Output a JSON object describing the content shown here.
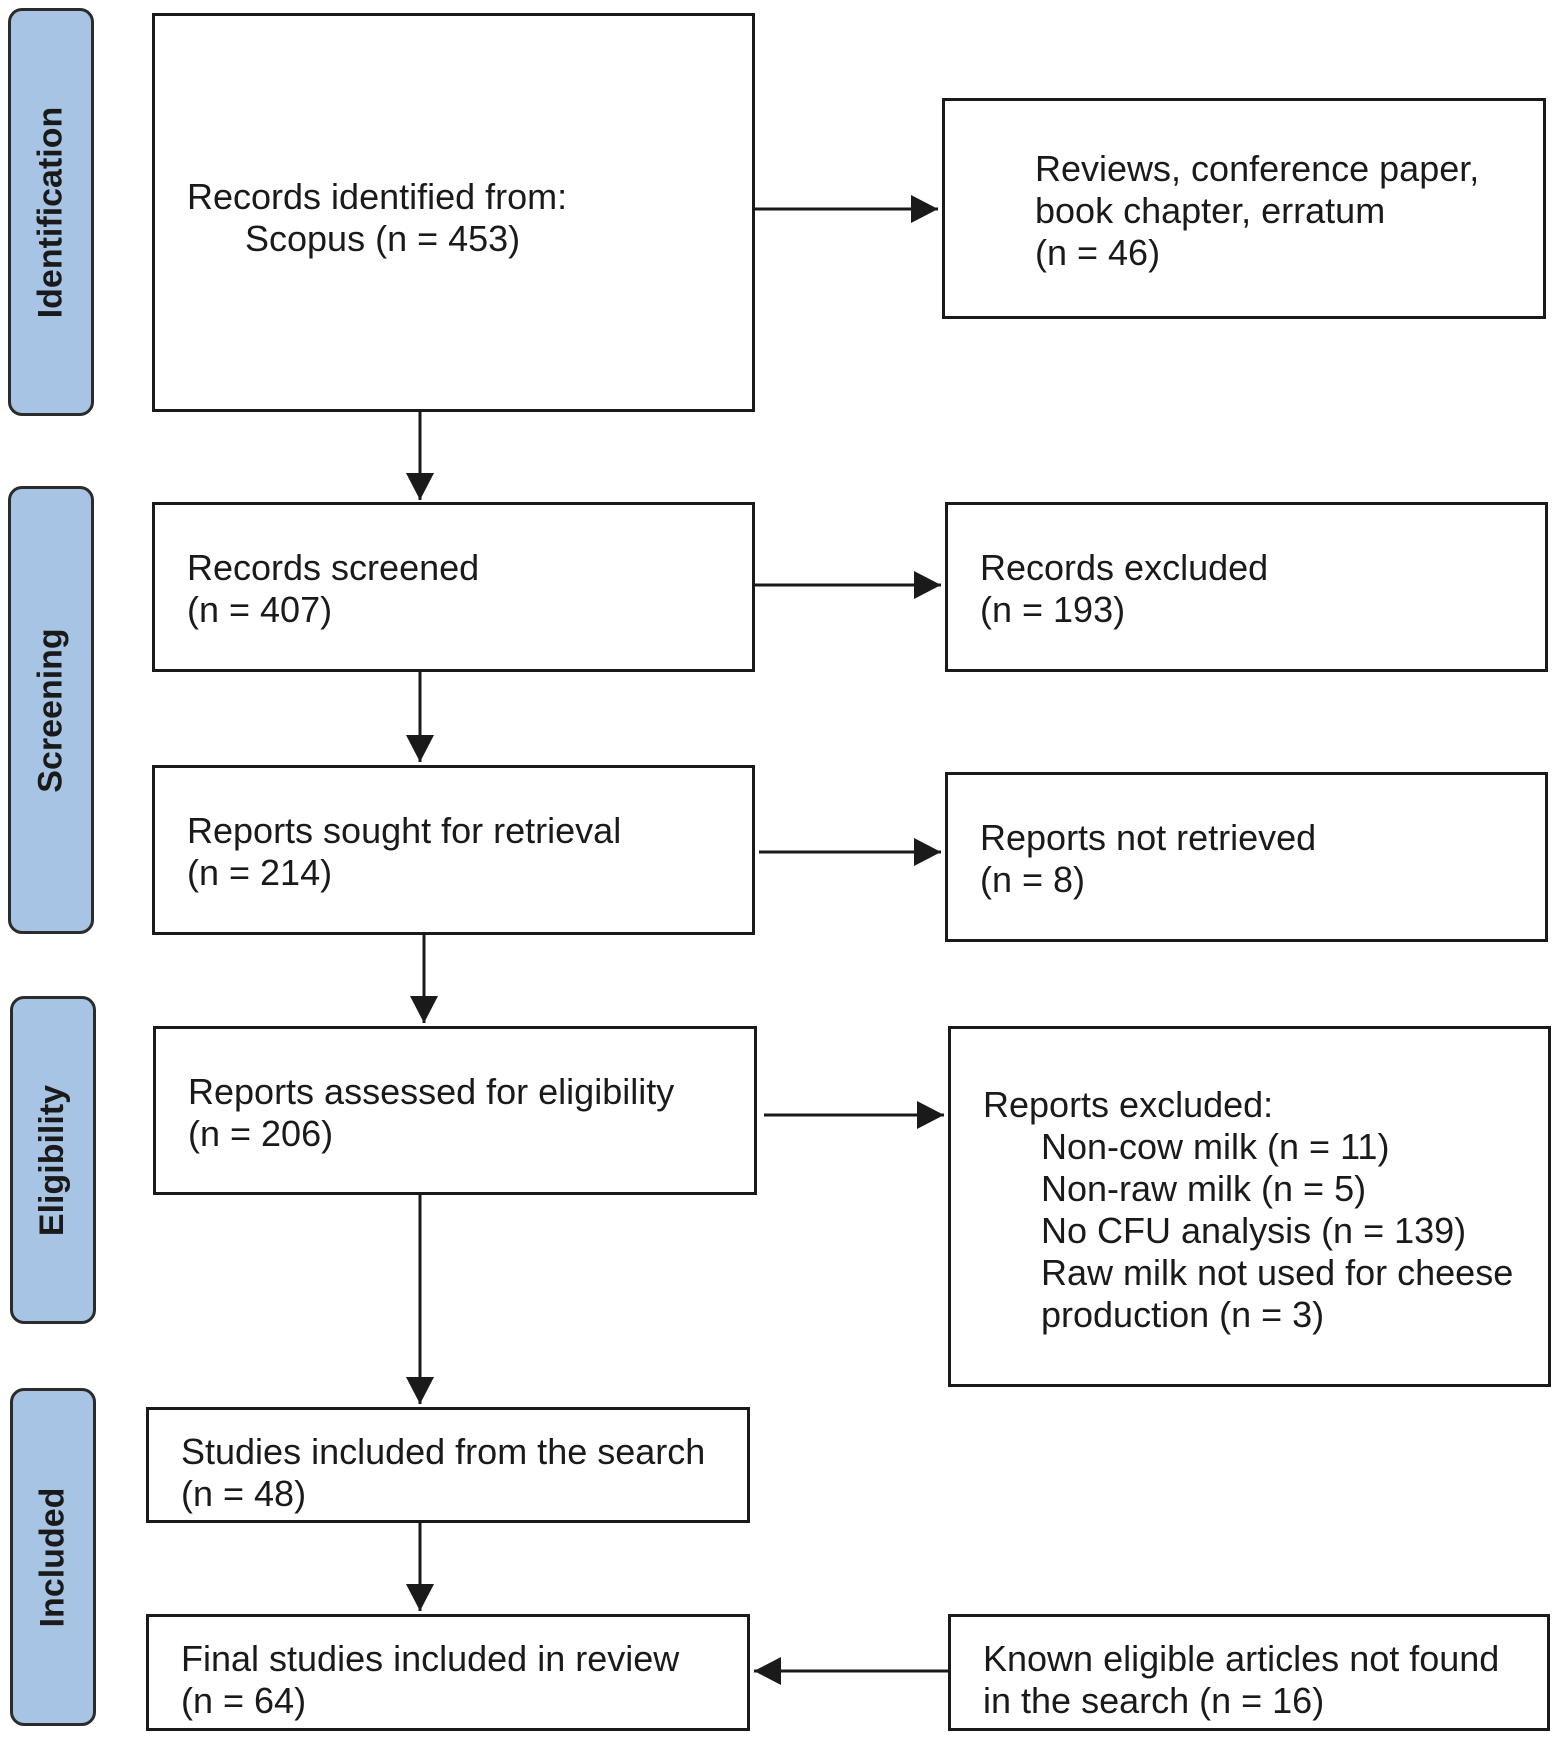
{
  "phases": {
    "identification": "Identification",
    "screening": "Screening",
    "eligibility": "Eligibility",
    "included": "Included"
  },
  "boxes": {
    "records_identified": {
      "line1": "Records identified from:",
      "line2": "Scopus (n = 453)"
    },
    "reviews_excluded": {
      "line1": "Reviews, conference paper,",
      "line2": "book chapter, erratum",
      "line3": "(n = 46)"
    },
    "records_screened": {
      "line1": "Records screened",
      "line2": "(n = 407)"
    },
    "records_excluded": {
      "line1": "Records excluded",
      "line2": "(n = 193)"
    },
    "reports_sought": {
      "line1": "Reports sought for retrieval",
      "line2": "(n = 214)"
    },
    "reports_not_retrieved": {
      "line1": "Reports not retrieved",
      "line2": "(n = 8)"
    },
    "reports_assessed": {
      "line1": "Reports assessed for eligibility",
      "line2": "(n = 206)"
    },
    "reports_excluded": {
      "title": "Reports excluded:",
      "item1": "Non-cow milk (n = 11)",
      "item2": "Non-raw milk (n = 5)",
      "item3": "No CFU analysis (n = 139)",
      "item4a": "Raw milk not used for cheese",
      "item4b": "production (n = 3)"
    },
    "studies_included": {
      "line1": "Studies included from the search",
      "line2": "(n = 48)"
    },
    "final_studies": {
      "line1": "Final studies included in review",
      "line2": "(n = 64)"
    },
    "known_eligible": {
      "line1": "Known eligible articles not found",
      "line2": "in the search (n = 16)"
    }
  },
  "colors": {
    "phase_fill": "#a8c4e4",
    "border": "#1a1a1a"
  }
}
